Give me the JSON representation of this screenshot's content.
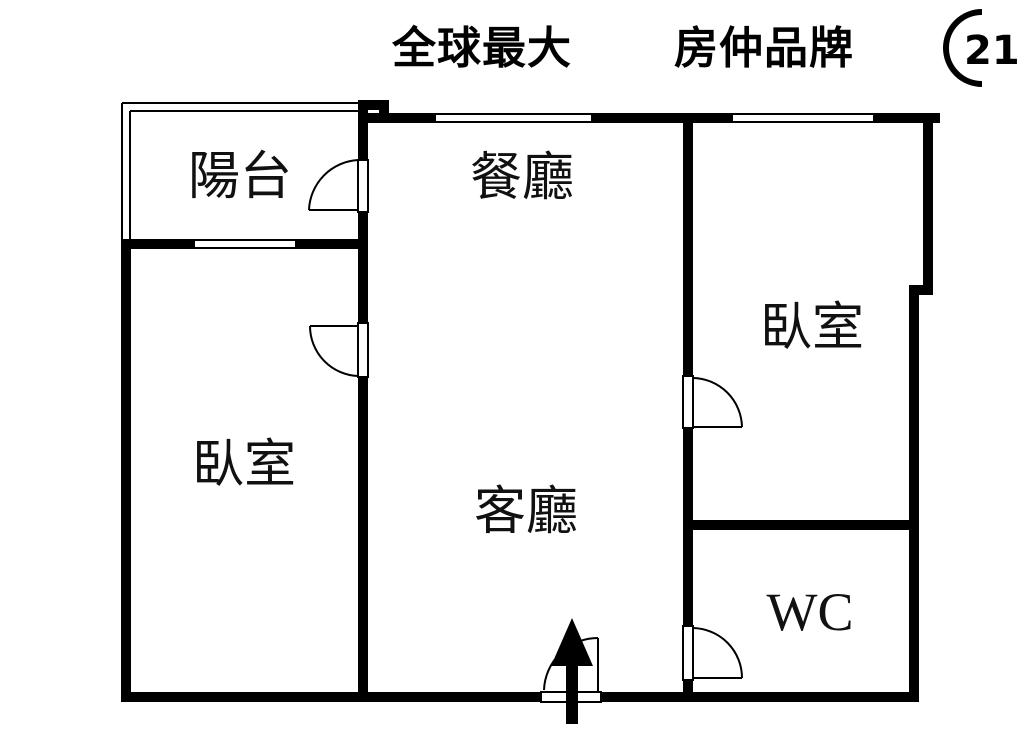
{
  "header": {
    "slogan_left": "全球最大",
    "slogan_right": "房仲品牌",
    "logo_text": "21"
  },
  "rooms": {
    "balcony": "陽台",
    "dining": "餐廳",
    "bedroom_right": "臥室",
    "bedroom_left": "臥室",
    "living": "客廳",
    "wc": "WC"
  },
  "colors": {
    "wall": "#000000",
    "window_fill": "#ffffff",
    "background": "#ffffff"
  },
  "icons": {
    "entrance": "entrance-arrow-icon",
    "door": "door-swing-icon",
    "logo": "century21-logo-icon"
  }
}
